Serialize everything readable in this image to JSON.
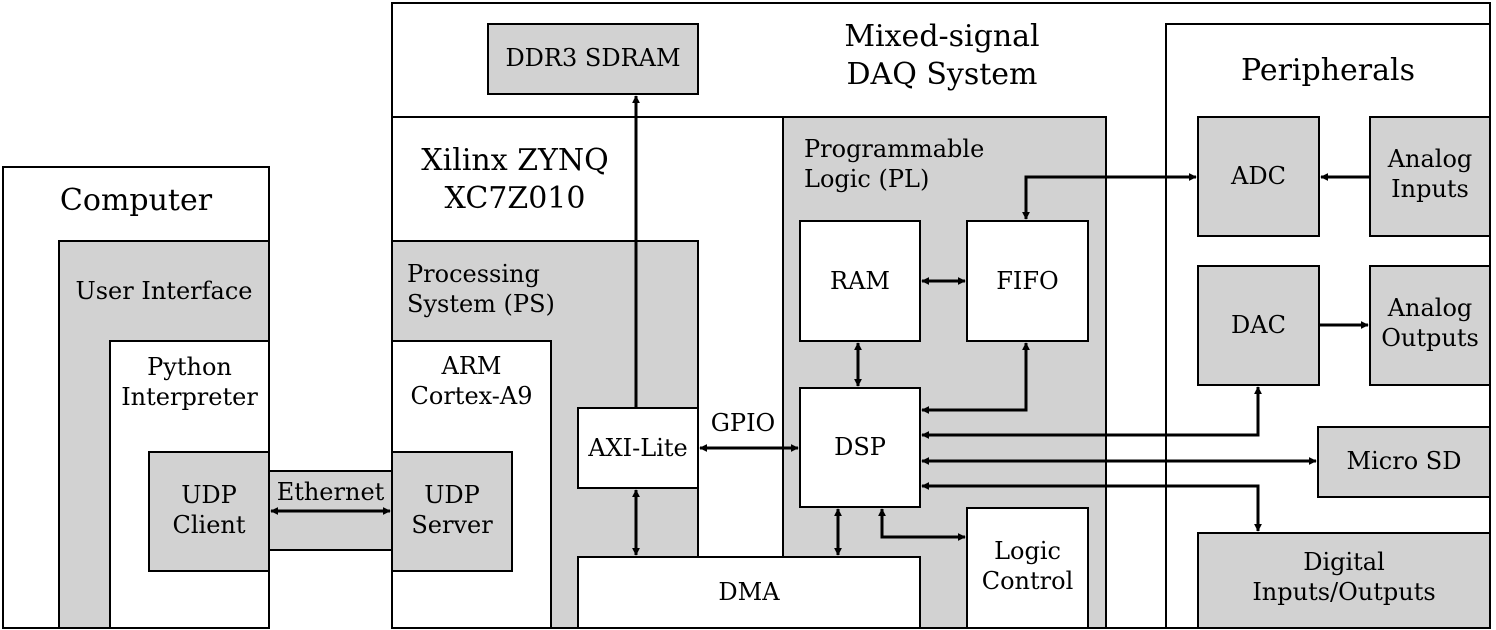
{
  "diagram": {
    "computer": {
      "title": "Computer",
      "user_interface": "User Interface",
      "python_interpreter": "Python\nInterpreter",
      "udp_client": "UDP\nClient"
    },
    "link": {
      "ethernet": "Ethernet"
    },
    "daq": {
      "title": "Mixed-signal\nDAQ System",
      "ddr3": "DDR3 SDRAM",
      "zynq": "Xilinx ZYNQ\nXC7Z010",
      "ps": {
        "title": "Processing\nSystem (PS)",
        "arm": "ARM\nCortex-A9",
        "udp_server": "UDP\nServer",
        "axi_lite": "AXI-Lite",
        "gpio": "GPIO"
      },
      "pl": {
        "title": "Programmable\nLogic (PL)",
        "ram": "RAM",
        "fifo": "FIFO",
        "dsp": "DSP",
        "dma": "DMA",
        "logic_control": "Logic\nControl"
      }
    },
    "peripherals": {
      "title": "Peripherals",
      "adc": "ADC",
      "analog_inputs": "Analog\nInputs",
      "dac": "DAC",
      "analog_outputs": "Analog\nOutputs",
      "micro_sd": "Micro SD",
      "digital_io": "Digital\nInputs/Outputs"
    }
  }
}
